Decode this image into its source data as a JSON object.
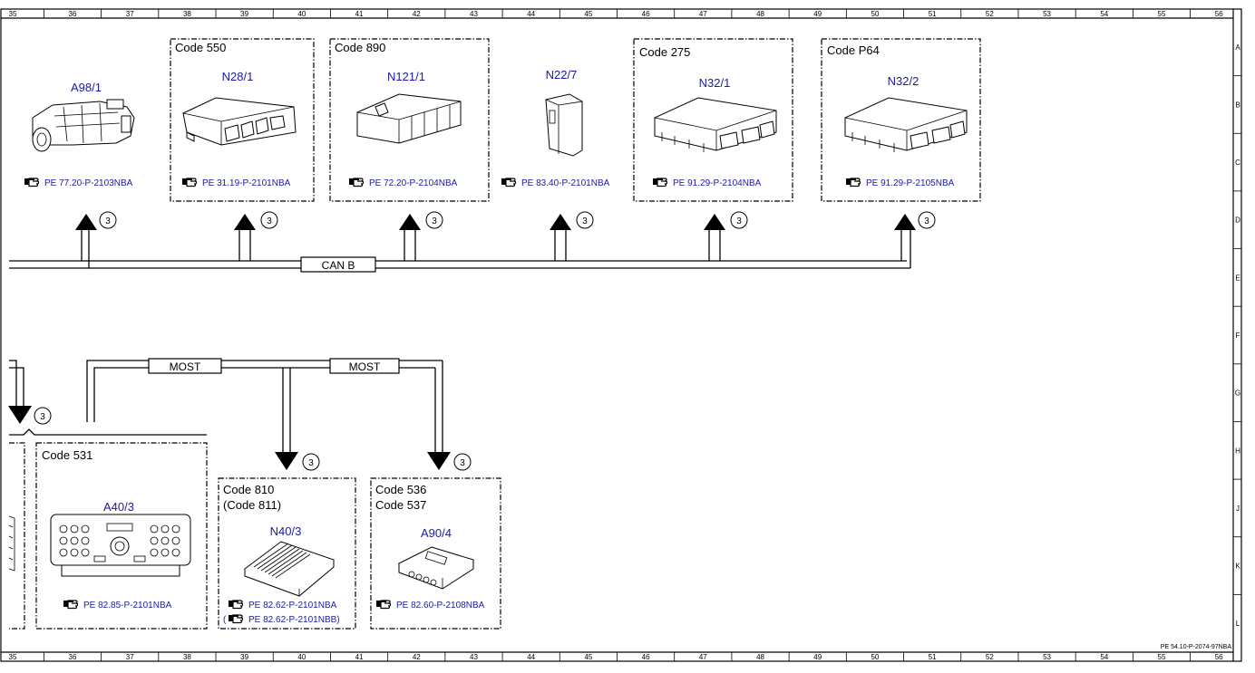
{
  "grid": {
    "columns": [
      "35",
      "36",
      "37",
      "38",
      "39",
      "40",
      "41",
      "42",
      "43",
      "44",
      "45",
      "46",
      "47",
      "48",
      "49",
      "50",
      "51",
      "52",
      "53",
      "54",
      "55",
      "56"
    ],
    "rows": [
      "A",
      "B",
      "C",
      "D",
      "E",
      "F",
      "G",
      "H",
      "J",
      "K",
      "L"
    ]
  },
  "document_id": "PE 54.10-P-2074-97NBA",
  "bus_labels": {
    "can_b": "CAN B",
    "most_left": "MOST",
    "most_right": "MOST"
  },
  "connection_number": "3",
  "components": [
    {
      "code_lines": [],
      "id": "A98/1",
      "ref_lines": [
        "PE 77.20-P-2103NBA"
      ]
    },
    {
      "code_lines": [
        "Code 550"
      ],
      "id": "N28/1",
      "ref_lines": [
        "PE 31.19-P-2101NBA"
      ]
    },
    {
      "code_lines": [
        "Code 890"
      ],
      "id": "N121/1",
      "ref_lines": [
        "PE 72.20-P-2104NBA"
      ]
    },
    {
      "code_lines": [],
      "id": "N22/7",
      "ref_lines": [
        "PE 83.40-P-2101NBA"
      ]
    },
    {
      "code_lines": [
        "Code 275"
      ],
      "id": "N32/1",
      "ref_lines": [
        "PE 91.29-P-2104NBA"
      ]
    },
    {
      "code_lines": [
        "Code P64"
      ],
      "id": "N32/2",
      "ref_lines": [
        "PE 91.29-P-2105NBA"
      ]
    },
    {
      "code_lines": [
        "Code 531"
      ],
      "id": "A40/3",
      "ref_lines": [
        "PE 82.85-P-2101NBA"
      ]
    },
    {
      "code_lines": [
        "Code 810",
        "(Code 811)"
      ],
      "id": "N40/3",
      "ref_lines": [
        "PE 82.62-P-2101NBA",
        "PE 82.62-P-2101NBB)"
      ]
    },
    {
      "code_lines": [
        "Code 536",
        "Code 537"
      ],
      "id": "A90/4",
      "ref_lines": [
        "PE 82.60-P-2108NBA"
      ]
    }
  ],
  "ref_prefix_left": "(",
  "icons": [
    "pointing-hand-icon",
    "arrow-up-icon",
    "arrow-down-icon"
  ]
}
